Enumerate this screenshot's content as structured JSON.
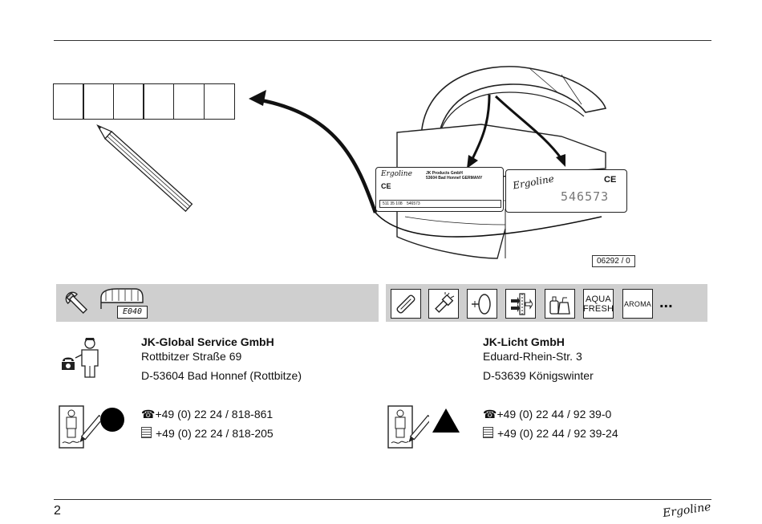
{
  "top_figure": {
    "label_left": {
      "brand": "Ergoline",
      "company": "JK Products GmbH",
      "address": "53604 Bad Honnef GERMANY",
      "mark": "CE",
      "model": "511 35 108",
      "serial": "546573"
    },
    "label_right": {
      "brand": "Ergoline",
      "mark": "CE",
      "serial": "546573"
    },
    "doc_code": "06292 / 0"
  },
  "left_band": {
    "display_code": "E040"
  },
  "right_band": {
    "aqua_fresh": [
      "AQUA",
      "FRESH"
    ],
    "aroma": "AROMA",
    "more": "..."
  },
  "service": {
    "company": "JK-Global Service GmbH",
    "street": "Rottbitzer Straße 69",
    "city": "D-53604 Bad Honnef (Rottbitze)",
    "phone_icon": "telephone-icon",
    "phone": "+49 (0) 22 24 / 818-861",
    "fax_icon": "fax-icon",
    "fax": "+49 (0) 22 24 / 818-205",
    "marker": "circle"
  },
  "licht": {
    "company": "JK-Licht GmbH",
    "street": "Eduard-Rhein-Str. 3",
    "city": "D-53639 Königswinter",
    "phone_icon": "telephone-icon",
    "phone": "+49 (0) 22 44 / 92 39-0",
    "fax_icon": "fax-icon",
    "fax": "+49 (0) 22 44 / 92 39-24",
    "marker": "triangle"
  },
  "footer": {
    "page_number": "2",
    "brand": "Ergoline"
  }
}
